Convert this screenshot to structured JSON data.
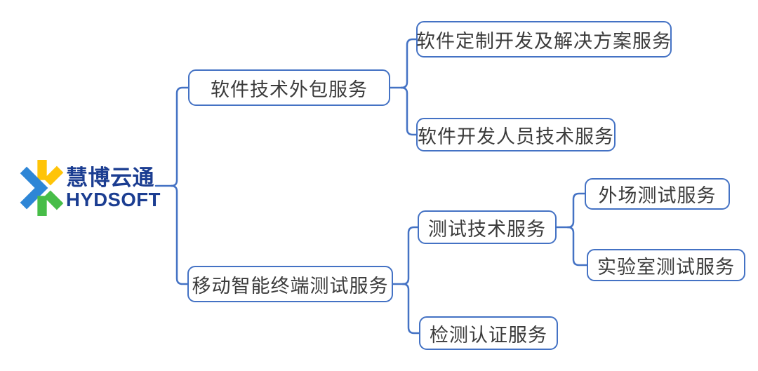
{
  "brand": {
    "name_cn": "慧博云通",
    "name_en": "HYDSOFT",
    "logo_icon": "tri-arrow-asterisk-logo",
    "text_color": "#1B3D91",
    "icon_colors": {
      "yellow": "#FFC408",
      "blue": "#2E86D6",
      "green": "#47BD48"
    }
  },
  "theme": {
    "background": "#FFFFFF",
    "connector_color": "#4472C4",
    "node_border_color": "#4472C4",
    "node_text_color": "#3B3B3B"
  },
  "mindmap": {
    "type": "mindmap",
    "root": "慧博云通 HYDSOFT",
    "nodes": {
      "outsourcing": {
        "label": "软件技术外包服务",
        "level": 1,
        "parent": "root"
      },
      "custom_dev": {
        "label": "软件定制开发及解决方案服务",
        "level": 2,
        "parent": "outsourcing"
      },
      "dev_staff": {
        "label": "软件开发人员技术服务",
        "level": 2,
        "parent": "outsourcing"
      },
      "mobile_test": {
        "label": "移动智能终端测试服务",
        "level": 1,
        "parent": "root"
      },
      "test_tech": {
        "label": "测试技术服务",
        "level": 2,
        "parent": "mobile_test"
      },
      "field_test": {
        "label": "外场测试服务",
        "level": 3,
        "parent": "test_tech"
      },
      "lab_test": {
        "label": "实验室测试服务",
        "level": 3,
        "parent": "test_tech"
      },
      "cert": {
        "label": "检测认证服务",
        "level": 2,
        "parent": "mobile_test"
      }
    }
  }
}
